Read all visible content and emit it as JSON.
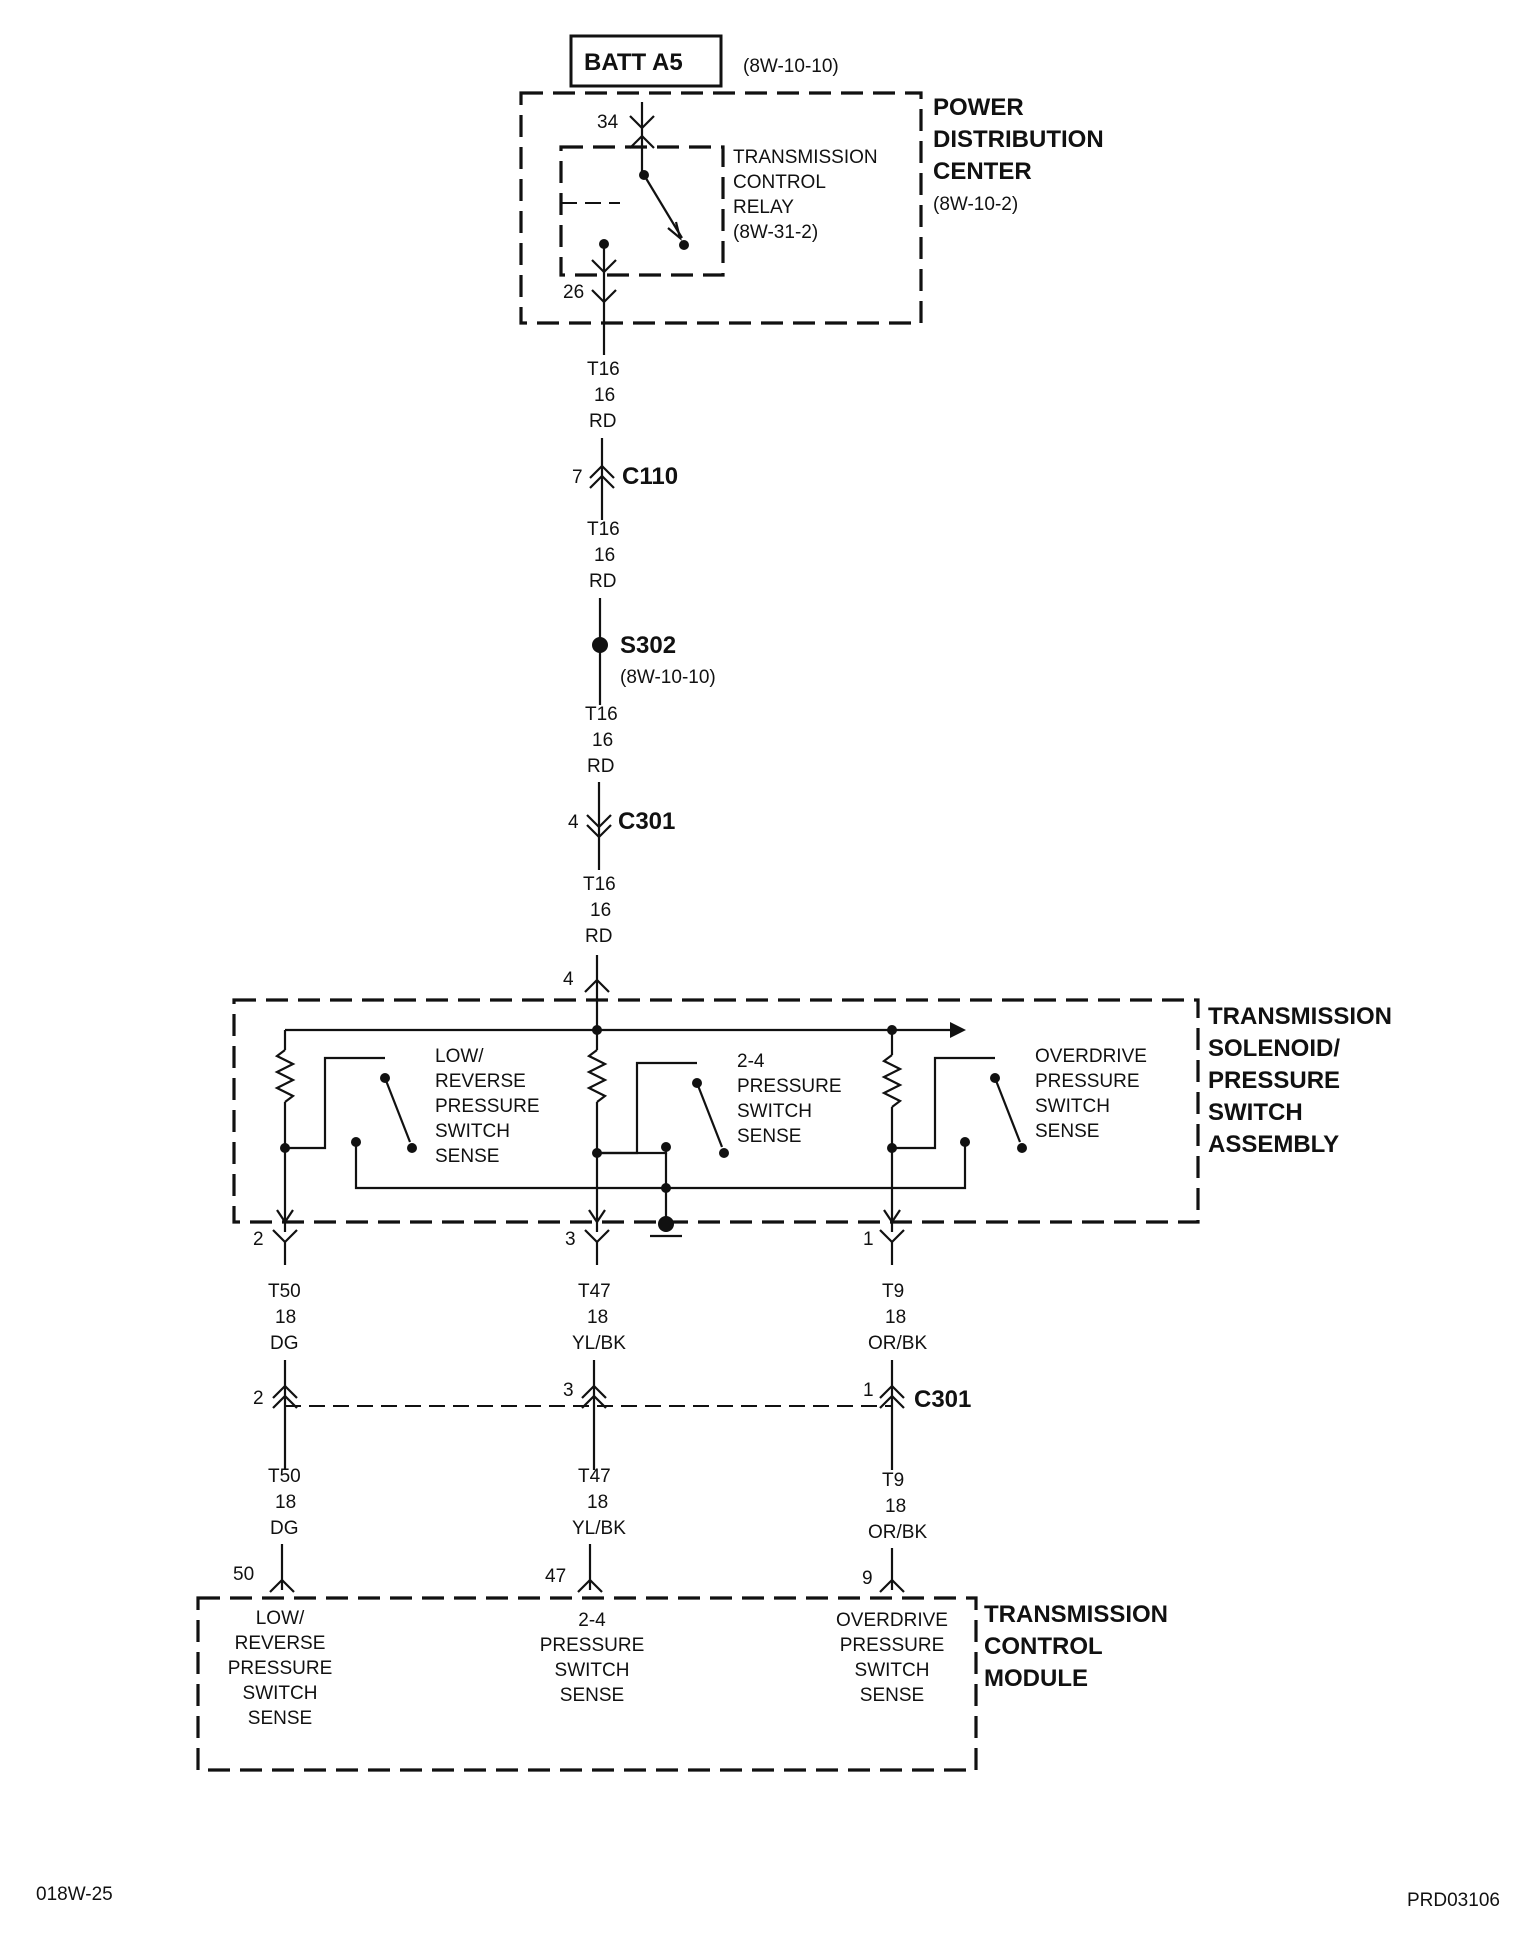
{
  "batt": {
    "label": "BATT A5",
    "ref": "(8W-10-10)"
  },
  "pdc": {
    "line1": "POWER",
    "line2": "DISTRIBUTION",
    "line3": "CENTER",
    "ref": "(8W-10-2)"
  },
  "relay": {
    "line1": "TRANSMISSION",
    "line2": "CONTROL",
    "line3": "RELAY",
    "ref": "(8W-31-2)",
    "pin_in": "34",
    "pin_out": "26"
  },
  "wire_main": {
    "circuit": "T16",
    "gauge": "16",
    "color": "RD"
  },
  "c110": {
    "name": "C110",
    "pin": "7"
  },
  "s302": {
    "name": "S302",
    "ref": "(8W-10-10)"
  },
  "c301_top": {
    "name": "C301",
    "pin": "4"
  },
  "assembly": {
    "line1": "TRANSMISSION",
    "line2": "SOLENOID/",
    "line3": "PRESSURE",
    "line4": "SWITCH",
    "line5": "ASSEMBLY",
    "pin_in": "4"
  },
  "switches": [
    {
      "label": [
        "LOW/",
        "REVERSE",
        "PRESSURE",
        "SWITCH",
        "SENSE"
      ],
      "pin": "2",
      "circuit": "T50",
      "gauge": "18",
      "color": "DG",
      "c301_pin": "2",
      "tcm_pin": "50"
    },
    {
      "label": [
        "2-4",
        "PRESSURE",
        "SWITCH",
        "SENSE"
      ],
      "pin": "3",
      "circuit": "T47",
      "gauge": "18",
      "color": "YL/BK",
      "c301_pin": "3",
      "tcm_pin": "47"
    },
    {
      "label": [
        "OVERDRIVE",
        "PRESSURE",
        "SWITCH",
        "SENSE"
      ],
      "pin": "1",
      "circuit": "T9",
      "gauge": "18",
      "color": "OR/BK",
      "c301_pin": "1",
      "tcm_pin": "9"
    }
  ],
  "c301_bottom": {
    "name": "C301"
  },
  "tcm": {
    "line1": "TRANSMISSION",
    "line2": "CONTROL",
    "line3": "MODULE",
    "inputs": [
      [
        "LOW/",
        "REVERSE",
        "PRESSURE",
        "SWITCH",
        "SENSE"
      ],
      [
        "2-4",
        "PRESSURE",
        "SWITCH",
        "SENSE"
      ],
      [
        "OVERDRIVE",
        "PRESSURE",
        "SWITCH",
        "SENSE"
      ]
    ]
  },
  "footer": {
    "left": "018W-25",
    "right": "PRD03106"
  }
}
